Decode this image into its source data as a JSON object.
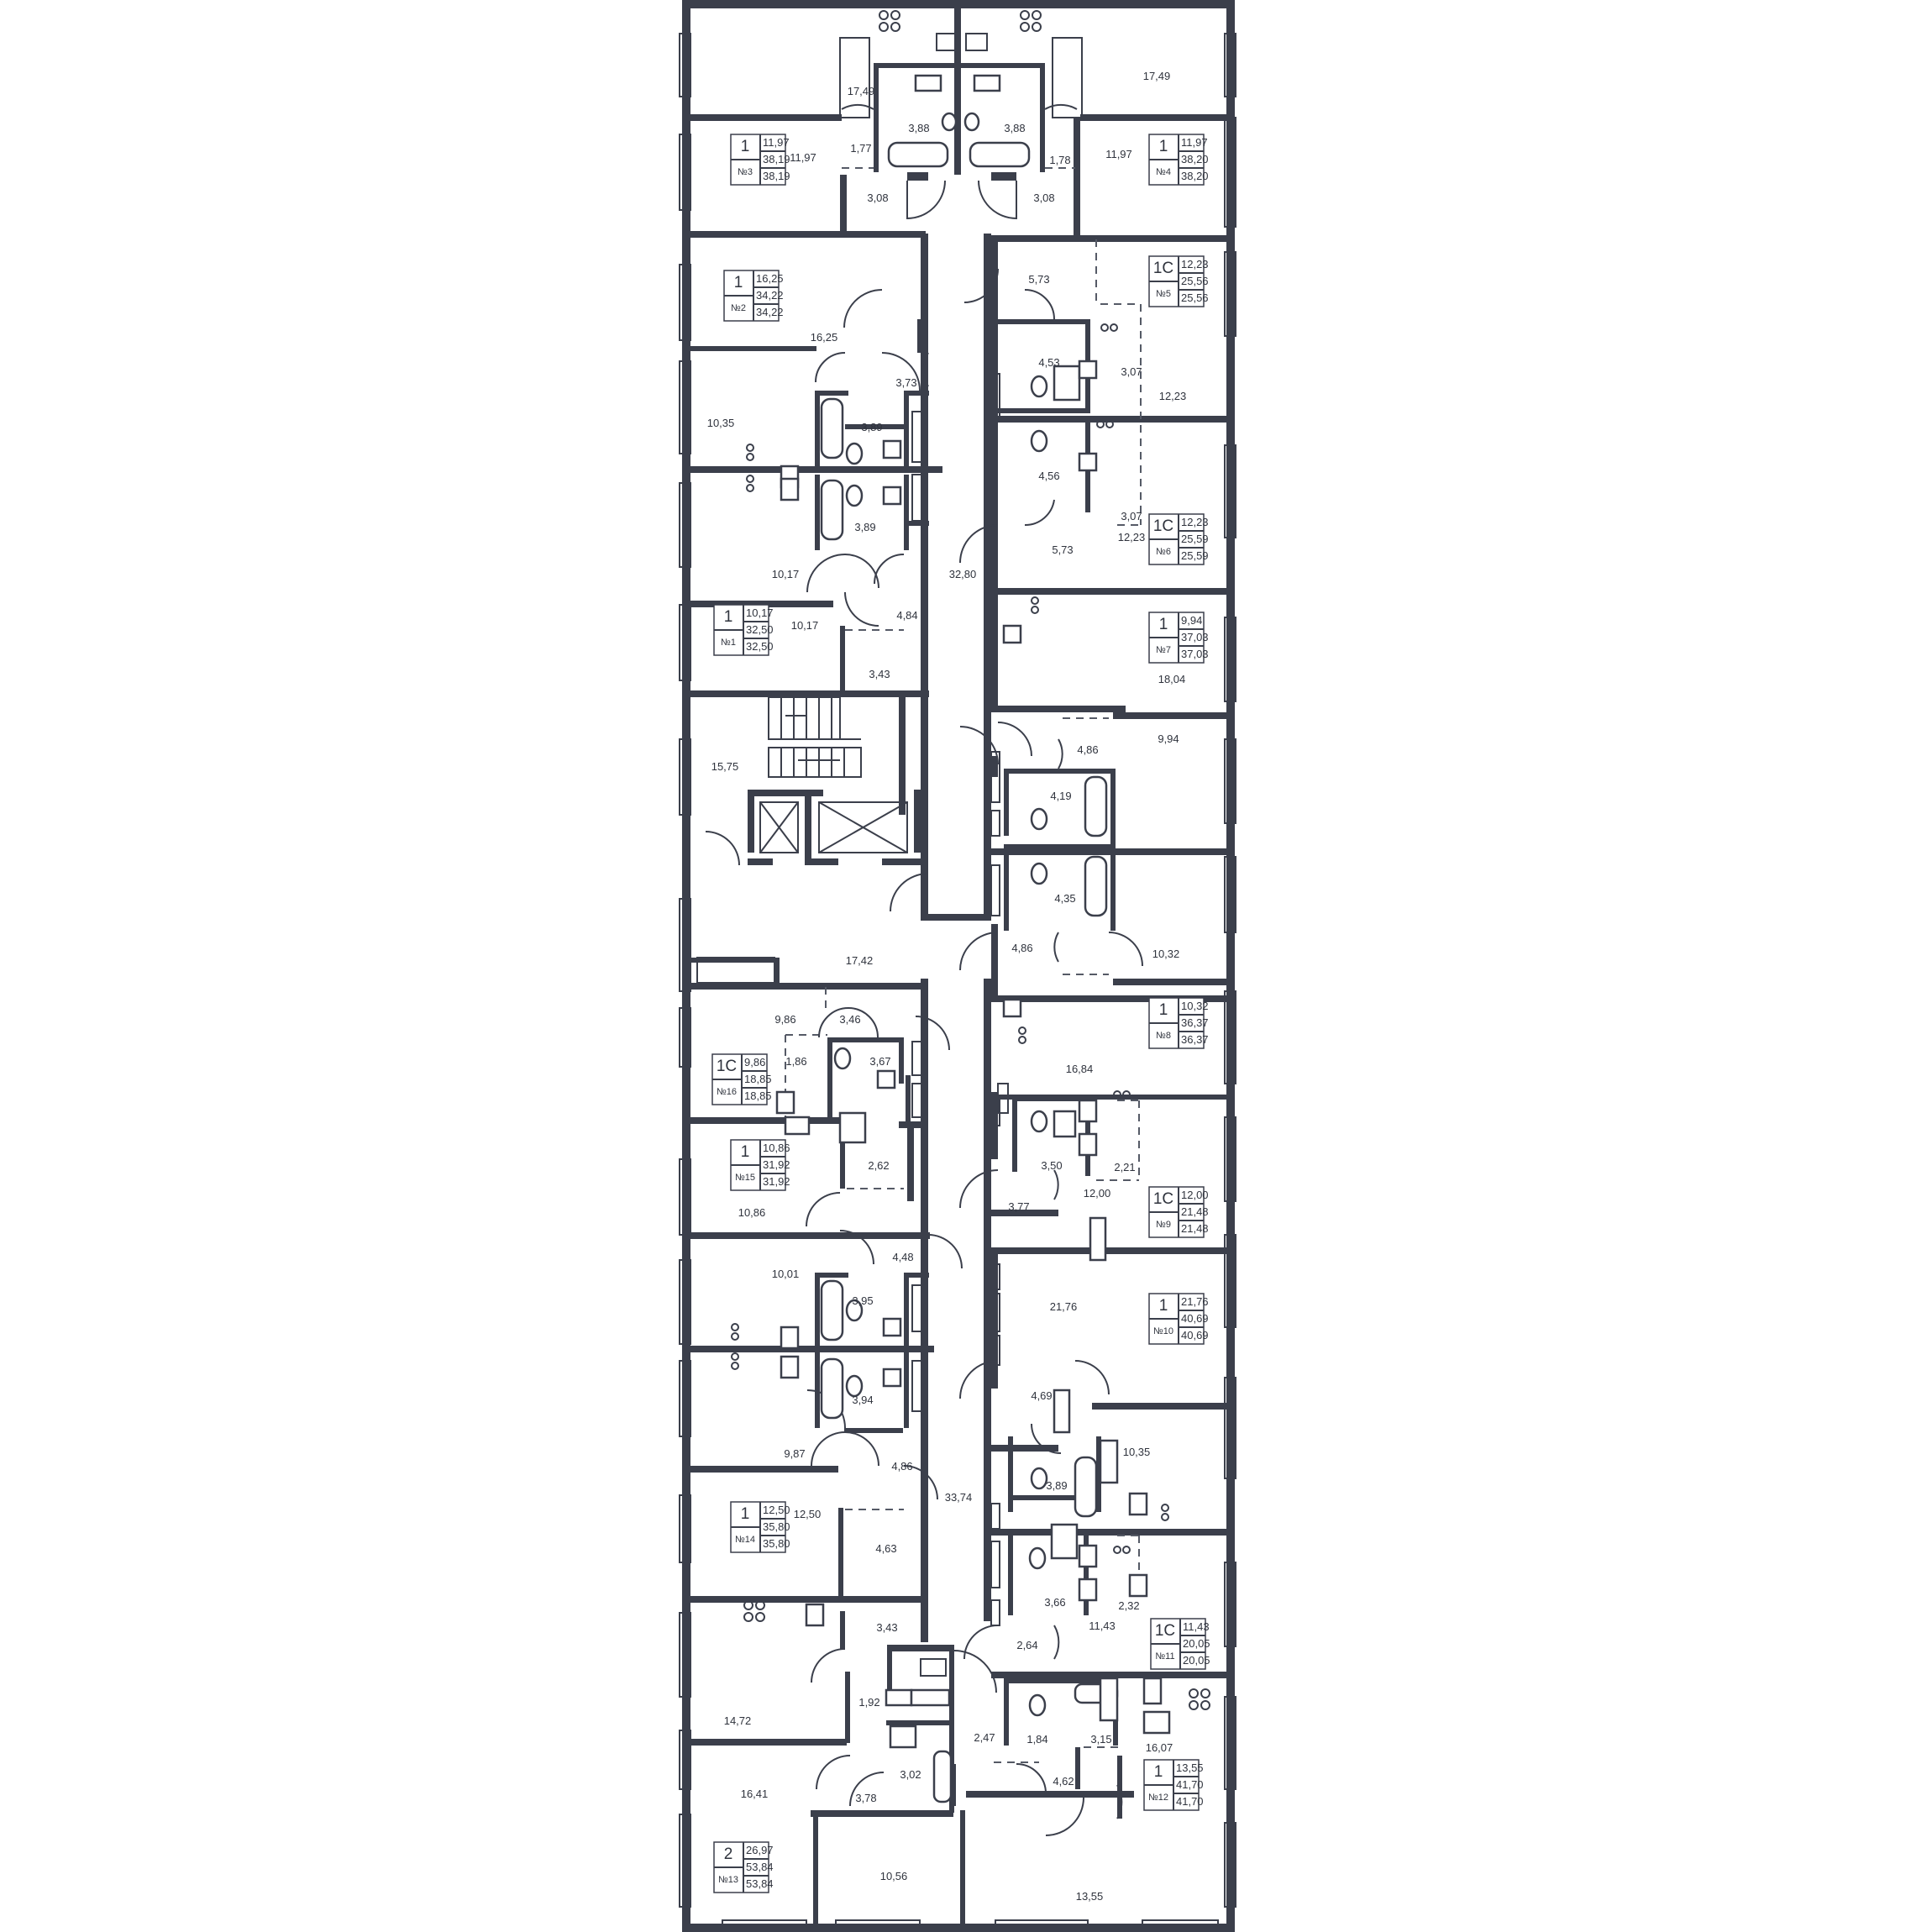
{
  "rooms": [
    {
      "id": "r1",
      "area": "17,49"
    },
    {
      "id": "r2",
      "area": "17,49"
    },
    {
      "id": "r3",
      "area": "11,97"
    },
    {
      "id": "r4",
      "area": "11,97"
    },
    {
      "id": "r5",
      "area": "3,88"
    },
    {
      "id": "r6",
      "area": "3,88"
    },
    {
      "id": "r7",
      "area": "1,77"
    },
    {
      "id": "r8",
      "area": "1,78"
    },
    {
      "id": "r9",
      "area": "3,08"
    },
    {
      "id": "r10",
      "area": "3,08"
    },
    {
      "id": "r11",
      "area": "16,25"
    },
    {
      "id": "r12",
      "area": "3,73"
    },
    {
      "id": "r13",
      "area": "10,35"
    },
    {
      "id": "r14",
      "area": "3,89"
    },
    {
      "id": "r15",
      "area": "3,89"
    },
    {
      "id": "r16",
      "area": "10,17"
    },
    {
      "id": "r17",
      "area": "10,17"
    },
    {
      "id": "r18",
      "area": "4,84"
    },
    {
      "id": "r19",
      "area": "3,43"
    },
    {
      "id": "r20",
      "area": "32,80"
    },
    {
      "id": "r21",
      "area": "5,73"
    },
    {
      "id": "r22",
      "area": "4,53"
    },
    {
      "id": "r23",
      "area": "3,07"
    },
    {
      "id": "r24",
      "area": "12,23"
    },
    {
      "id": "r25",
      "area": "4,56"
    },
    {
      "id": "r26",
      "area": "3,07"
    },
    {
      "id": "r27",
      "area": "12,23"
    },
    {
      "id": "r28",
      "area": "5,73"
    },
    {
      "id": "r29",
      "area": "18,04"
    },
    {
      "id": "r30",
      "area": "4,86"
    },
    {
      "id": "r31",
      "area": "9,94"
    },
    {
      "id": "r32",
      "area": "4,19"
    },
    {
      "id": "r33",
      "area": "15,75"
    },
    {
      "id": "r34",
      "area": "4,35"
    },
    {
      "id": "r35",
      "area": "4,86"
    },
    {
      "id": "r36",
      "area": "10,32"
    },
    {
      "id": "r37",
      "area": "17,42"
    },
    {
      "id": "r38",
      "area": "9,86"
    },
    {
      "id": "r39",
      "area": "3,46"
    },
    {
      "id": "r40",
      "area": "1,86"
    },
    {
      "id": "r41",
      "area": "3,67"
    },
    {
      "id": "r42",
      "area": "16,84"
    },
    {
      "id": "r43",
      "area": "2,62"
    },
    {
      "id": "r44",
      "area": "3,50"
    },
    {
      "id": "r45",
      "area": "2,21"
    },
    {
      "id": "r46",
      "area": "3,77"
    },
    {
      "id": "r47",
      "area": "12,00"
    },
    {
      "id": "r48",
      "area": "10,86"
    },
    {
      "id": "r49",
      "area": "4,48"
    },
    {
      "id": "r50",
      "area": "10,01"
    },
    {
      "id": "r51",
      "area": "3,95"
    },
    {
      "id": "r52",
      "area": "21,76"
    },
    {
      "id": "r53",
      "area": "4,69"
    },
    {
      "id": "r54",
      "area": "3,94"
    },
    {
      "id": "r55",
      "area": "10,35"
    },
    {
      "id": "r56",
      "area": "9,87"
    },
    {
      "id": "r57",
      "area": "4,86"
    },
    {
      "id": "r58",
      "area": "3,89"
    },
    {
      "id": "r59",
      "area": "33,74"
    },
    {
      "id": "r60",
      "area": "12,50"
    },
    {
      "id": "r61",
      "area": "4,63"
    },
    {
      "id": "r62",
      "area": "3,66"
    },
    {
      "id": "r63",
      "area": "2,32"
    },
    {
      "id": "r64",
      "area": "3,43"
    },
    {
      "id": "r65",
      "area": "2,64"
    },
    {
      "id": "r66",
      "area": "11,43"
    },
    {
      "id": "r67",
      "area": "14,72"
    },
    {
      "id": "r68",
      "area": "1,92"
    },
    {
      "id": "r69",
      "area": "2,47"
    },
    {
      "id": "r70",
      "area": "1,84"
    },
    {
      "id": "r71",
      "area": "3,15"
    },
    {
      "id": "r72",
      "area": "16,07"
    },
    {
      "id": "r73",
      "area": "3,02"
    },
    {
      "id": "r74",
      "area": "4,62"
    },
    {
      "id": "r75",
      "area": "16,41"
    },
    {
      "id": "r76",
      "area": "3,78"
    },
    {
      "id": "r77",
      "area": "10,56"
    },
    {
      "id": "r78",
      "area": "13,55"
    }
  ],
  "apartments": [
    {
      "id": "a3",
      "number": "№3",
      "rooms": "1",
      "living": "11,97",
      "total": "38,19",
      "total2": "38,19"
    },
    {
      "id": "a4",
      "number": "№4",
      "rooms": "1",
      "living": "11,97",
      "total": "38,20",
      "total2": "38,20"
    },
    {
      "id": "a2",
      "number": "№2",
      "rooms": "1",
      "living": "16,25",
      "total": "34,22",
      "total2": "34,22"
    },
    {
      "id": "a5",
      "number": "№5",
      "rooms": "1С",
      "living": "12,23",
      "total": "25,56",
      "total2": "25,56"
    },
    {
      "id": "a6",
      "number": "№6",
      "rooms": "1С",
      "living": "12,23",
      "total": "25,59",
      "total2": "25,59"
    },
    {
      "id": "a1",
      "number": "№1",
      "rooms": "1",
      "living": "10,17",
      "total": "32,50",
      "total2": "32,50"
    },
    {
      "id": "a7",
      "number": "№7",
      "rooms": "1",
      "living": "9,94",
      "total": "37,03",
      "total2": "37,03"
    },
    {
      "id": "a8",
      "number": "№8",
      "rooms": "1",
      "living": "10,32",
      "total": "36,37",
      "total2": "36,37"
    },
    {
      "id": "a16",
      "number": "№16",
      "rooms": "1С",
      "living": "9,86",
      "total": "18,85",
      "total2": "18,85"
    },
    {
      "id": "a15",
      "number": "№15",
      "rooms": "1",
      "living": "10,86",
      "total": "31,92",
      "total2": "31,92"
    },
    {
      "id": "a9",
      "number": "№9",
      "rooms": "1С",
      "living": "12,00",
      "total": "21,48",
      "total2": "21,48"
    },
    {
      "id": "a10",
      "number": "№10",
      "rooms": "1",
      "living": "21,76",
      "total": "40,69",
      "total2": "40,69"
    },
    {
      "id": "a14",
      "number": "№14",
      "rooms": "1",
      "living": "12,50",
      "total": "35,80",
      "total2": "35,80"
    },
    {
      "id": "a11",
      "number": "№11",
      "rooms": "1С",
      "living": "11,43",
      "total": "20,05",
      "total2": "20,05"
    },
    {
      "id": "a12",
      "number": "№12",
      "rooms": "1",
      "living": "13,55",
      "total": "41,70",
      "total2": "41,70"
    },
    {
      "id": "a13",
      "number": "№13",
      "rooms": "2",
      "living": "26,97",
      "total": "53,84",
      "total2": "53,84"
    }
  ]
}
